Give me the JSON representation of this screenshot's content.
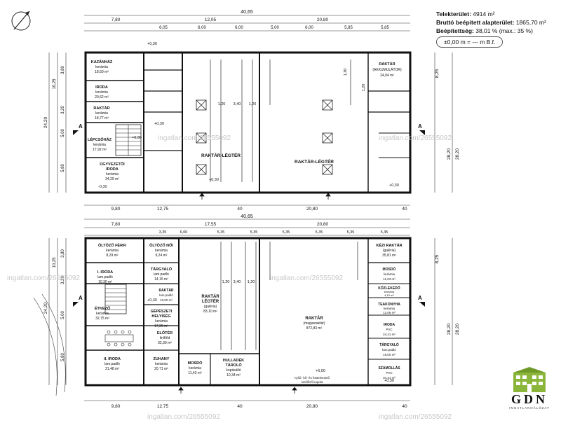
{
  "info": {
    "telek_label": "Telekterület:",
    "telek_value": "4914 m²",
    "brutto_label": "Bruttó beépített alapterület:",
    "brutto_value": "1865,70 m²",
    "beep_label": "Beépítettség:",
    "beep_value": "38,01 % (max.: 35 %)",
    "elevation": "±0,00 m = --- m B.f."
  },
  "watermark": "ingatlan.com/26555092",
  "logo": {
    "brand": "GDN",
    "sub": "INGATLANHÁLÓZAT"
  },
  "plan1": {
    "total_width": "40,65",
    "dims_top": [
      "7,80",
      "12,05",
      "20,80"
    ],
    "dims_top2": [
      "6,05",
      "6,00",
      "6,00",
      "5,00",
      "6,00",
      "5,85",
      "5,85"
    ],
    "dims_left": [
      "3,80",
      "3,20",
      "5,00",
      "5,80"
    ],
    "total_left": "10,25",
    "total_left2": "24,20",
    "dims_right": [
      "8,25",
      "28,20",
      "28,20"
    ],
    "dims_bottom": [
      "9,80",
      "12,75",
      "40",
      "20,80",
      "40"
    ],
    "inner_dims": [
      "1,20",
      "3,40",
      "1,20",
      "1,30",
      "1,20"
    ],
    "section_a": "A",
    "levels": [
      "+0,30",
      "+0,30",
      "-0,30",
      "+0,30",
      "+0,30",
      "+0,30"
    ],
    "rooms": [
      {
        "name": "KAZÁNHÁZ",
        "sub": "kerámia",
        "area": "18,50 m²"
      },
      {
        "name": "IRODA",
        "sub": "kerámia",
        "area": "20,62 m²"
      },
      {
        "name": "RAKTÁR",
        "sub": "kerámia",
        "area": "18,77 m²"
      },
      {
        "name": "LÉPCSŐHÁZ",
        "sub": "kerámia",
        "area": "17,92 m²"
      },
      {
        "name": "ÜGYVEZETŐI",
        "sub": "IRODA",
        "sub2": "kerámia",
        "area": "34,29 m²"
      },
      {
        "name": "RAKTÁR",
        "sub": "(AKKUMULÁTOR)",
        "area": "24,04 m²"
      },
      {
        "name": "RAKTÁR-LÉGTÉR"
      },
      {
        "name": "RAKTÁR-LÉGTÉR"
      }
    ]
  },
  "plan2": {
    "total_width": "40,65",
    "dims_top": [
      "7,80",
      "17,55",
      "20,80"
    ],
    "dims_top2": [
      "3,35",
      "6,00",
      "5,35",
      "5,35",
      "5,35",
      "5,35",
      "5,35",
      "5,35"
    ],
    "dims_left": [
      "3,80",
      "3,20",
      "5,00",
      "5,80"
    ],
    "total_left": "10,25",
    "total_left2": "24,20",
    "dims_right": [
      "8,25",
      "28,20",
      "28,20"
    ],
    "dims_bottom": [
      "9,80",
      "12,75",
      "40",
      "20,80",
      "40"
    ],
    "inner_dims": [
      "1,20",
      "3,40",
      "1,20"
    ],
    "section_a": "A",
    "levels": [
      "+0,30",
      "+0,30",
      "+6,00"
    ],
    "rooms": [
      {
        "name": "ÖLTÖZŐ FÉRFI",
        "sub": "kerámia",
        "area": "8,29 m²"
      },
      {
        "name": "ÖLTÖZŐ NŐI",
        "sub": "kerámia",
        "area": "9,24 m²"
      },
      {
        "name": "I. IRODA",
        "sub": "lam.padló",
        "area": "10,30 m²"
      },
      {
        "name": "TÁRGYALÓ",
        "sub": "lam.padló",
        "area": "14,15 m²"
      },
      {
        "name": "RAKTÁR",
        "sub": "lam.padló",
        "area": "10,00 m²"
      },
      {
        "name": "ÉTKEZŐ",
        "sub": "kerámia",
        "area": "32,75 m²"
      },
      {
        "name": "GÉPÉSZETI",
        "sub": "HELYISÉG",
        "sub2": "kerámia",
        "area": "17,20 m²"
      },
      {
        "name": "ELŐTÉR",
        "sub": "lin/föld",
        "area": "32,30 m²"
      },
      {
        "name": "II. IRODA",
        "sub": "lam.padló",
        "area": "21,48 m²"
      },
      {
        "name": "ZUHANY",
        "sub": "kerámia",
        "area": "20,71 m²"
      },
      {
        "name": "MOSDÓ",
        "sub": "kerámia",
        "area": "11,43 m²"
      },
      {
        "name": "HULLADÉK",
        "sub": "TÁROLÓ",
        "sub2": "kopásálló",
        "area": "10,34 m²"
      },
      {
        "name": "RAKTÁR",
        "sub": "LÉGTÉR",
        "sub2": "(galéria)",
        "area": "83,10 m²"
      },
      {
        "name": "RAKTÁR",
        "sub": "(magasraktár)",
        "area": "872,83 m²"
      },
      {
        "name": "KÉZI RAKTÁR",
        "sub": "(galéria)",
        "area": "35,81 m²"
      },
      {
        "name": "MOSDÓ",
        "sub": "kerámia",
        "area": "11,03 m²"
      },
      {
        "name": "KÖZLEKEDŐ",
        "sub": "kerámia",
        "area": "4,10 m²"
      },
      {
        "name": "TEAKONYHA",
        "sub": "kerámia",
        "area": "12,06 m²"
      },
      {
        "name": "IRODA",
        "sub": "PVC",
        "area": "24,41 m²"
      },
      {
        "name": "TÁRGYALÓ",
        "sub": "lam.padló",
        "area": "19,00 m²"
      },
      {
        "name": "SZÁMOLLÁS",
        "sub": "PVC",
        "area": "34,41 m²"
      }
    ],
    "note1": "nyíló- hő- és füstelvezető",
    "note2": "szellőző kupola"
  }
}
